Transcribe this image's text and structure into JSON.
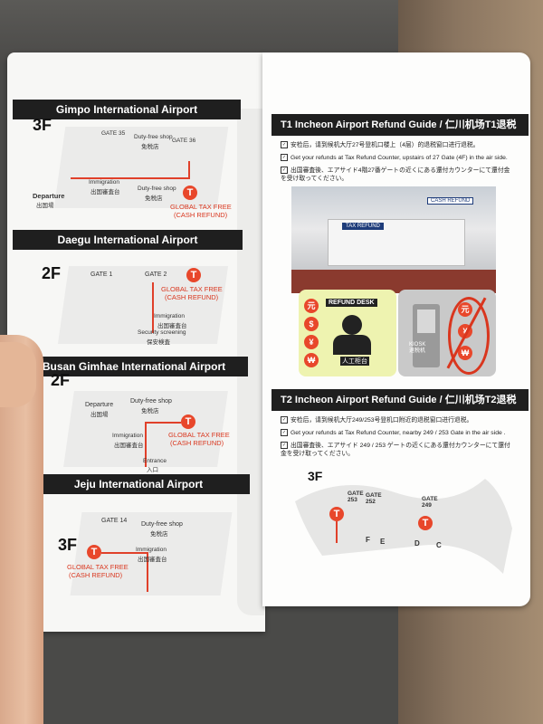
{
  "left": {
    "gimpo": {
      "title": "Gimpo International Airport",
      "floor": "3F",
      "gates": [
        "GATE 35",
        "GATE 36"
      ],
      "duty_free_top": "Duty-free shop",
      "duty_free_top_cn": "免税店",
      "immigration": "Immigration",
      "immigration_cn": "出国審査台",
      "duty_free_mid": "Duty-free shop",
      "duty_free_mid_cn": "免税店",
      "departure": "Departure",
      "departure_cn": "出国場",
      "tax_free": "GLOBAL TAX FREE",
      "cash_refund": "(CASH REFUND)"
    },
    "daegu": {
      "title": "Daegu International Airport",
      "floor": "2F",
      "gates": [
        "GATE 1",
        "GATE 2"
      ],
      "tax_free": "GLOBAL TAX FREE",
      "cash_refund": "(CASH REFUND)",
      "immigration": "Immigration",
      "immigration_cn": "出国審査台",
      "security": "Security screening",
      "security_cn": "保安検査"
    },
    "busan": {
      "title": "Busan Gimhae International Airport",
      "floor": "2F",
      "departure": "Departure",
      "departure_cn": "出国場",
      "duty_free": "Duty-free shop",
      "duty_free_cn": "免税店",
      "immigration": "Immigration",
      "immigration_cn": "出国審査台",
      "tax_free": "GLOBAL TAX FREE",
      "cash_refund": "(CASH REFUND)",
      "entrance": "Entrance",
      "entrance_cn": "入口"
    },
    "jeju": {
      "title": "Jeju International Airport",
      "floor": "3F",
      "gate": "GATE 14",
      "duty_free": "Duty-free shop",
      "duty_free_cn": "免税店",
      "immigration": "Immigration",
      "immigration_cn": "出国審査台",
      "tax_free": "GLOBAL TAX FREE",
      "cash_refund": "(CASH REFUND)"
    }
  },
  "right": {
    "t1": {
      "title": "T1 Incheon Airport Refund Guide / 仁川机场T1退税",
      "lines": [
        "安检后，请到候机大厅27号登机口楼上（4层）的退税窗口进行退税。",
        "Get your refunds at Tax Refund Counter, upstairs of 27 Gate (4F) in the air side.",
        "出国審査後、エアサイド4階27番ゲートの近くにある還付カウンターにて還付金を受け取ってください。"
      ],
      "photo_sign1": "TAX REFUND",
      "photo_sign2": "CASH REFUND",
      "refund_desk": "REFUND DESK",
      "desk_cn": "人工柜台",
      "kiosk": "KIOSK",
      "kiosk_cn": "退税机",
      "currency_symbols": [
        "元",
        "$",
        "¥",
        "₩"
      ]
    },
    "t2": {
      "title": "T2 Incheon Airport Refund Guide / 仁川机场T2退税",
      "lines": [
        "安检后，请到候机大厅249/253号登机口附近的退税窗口进行退税。",
        "Get your refunds at Tax Refund Counter, nearby 249 / 253 Gate in the air side .",
        "出国審査後、エアサイド 249 / 253 ゲートの近くにある還付カウンターにて還付金を受け取ってください。"
      ],
      "floor": "3F",
      "gates": [
        "GATE 253",
        "GATE 252",
        "GATE 249"
      ],
      "letters": [
        "F",
        "E",
        "D",
        "C"
      ]
    }
  },
  "colors": {
    "accent_red": "#e8472b",
    "band_black": "#1f1f1f"
  }
}
